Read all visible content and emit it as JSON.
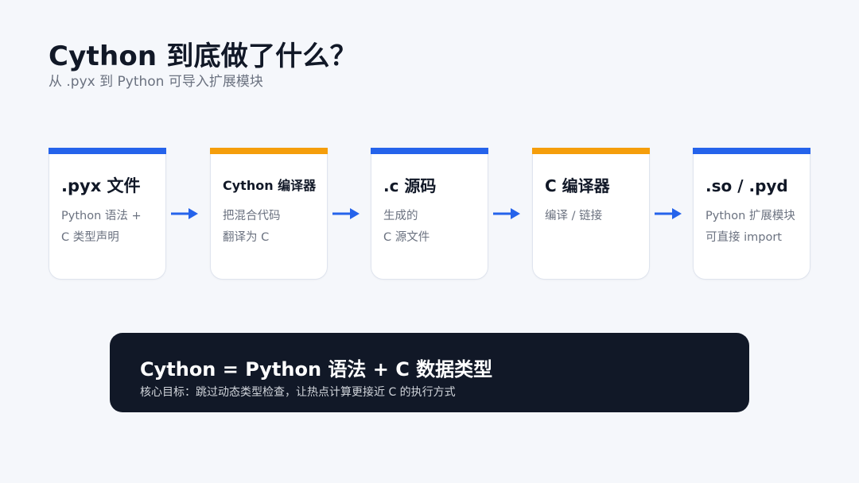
{
  "header": {
    "title": "Cython 到底做了什么？",
    "subtitle": "从 .pyx 到 Python 可导入扩展模块"
  },
  "colors": {
    "accent_blue": "#2563eb",
    "accent_orange": "#f59e0b",
    "dark_panel": "#111827"
  },
  "steps": [
    {
      "title": ".pyx 文件",
      "desc": [
        "Python 语法 +",
        "C 类型声明"
      ],
      "accent": "#2563eb"
    },
    {
      "title": "Cython 编译器",
      "desc": [
        "把混合代码",
        "翻译为 C"
      ],
      "accent": "#f59e0b"
    },
    {
      "title": ".c 源码",
      "desc": [
        "生成的",
        "C 源文件"
      ],
      "accent": "#2563eb"
    },
    {
      "title": "C 编译器",
      "desc": [
        "编译 / 链接"
      ],
      "accent": "#f59e0b"
    },
    {
      "title": ".so / .pyd",
      "desc": [
        "Python 扩展模块",
        "可直接 import"
      ],
      "accent": "#2563eb"
    }
  ],
  "summary": {
    "title": "Cython = Python 语法 + C 数据类型",
    "subtitle": "核心目标：跳过动态类型检查，让热点计算更接近 C 的执行方式"
  }
}
